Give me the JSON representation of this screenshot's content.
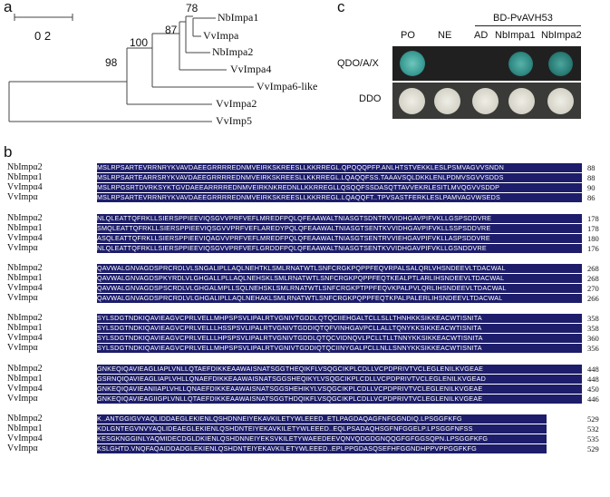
{
  "panel_letters": {
    "a": "a",
    "b": "b",
    "c": "c"
  },
  "tree": {
    "scale_label": "0 2",
    "leaves": [
      "NbImpa1",
      "VvImpa",
      "NbImpa2",
      "VvImpa4",
      "VvImpa6-like",
      "VvImpa2",
      "VvImp5"
    ],
    "bootstrap": [
      "78",
      "87",
      "100",
      "98"
    ]
  },
  "yeast": {
    "header_bd": "BD-PvAVH53",
    "columns": [
      "PO",
      "NE",
      "AD",
      "NbImpa1",
      "NbImpa2"
    ],
    "rows": [
      "QDO/A/X",
      "DDO"
    ],
    "colors": {
      "blue_colony": "#3f9e97",
      "white_colony": "#d8d6cc"
    }
  },
  "alignment": {
    "blocks": [
      {
        "rows": [
          {
            "name": "NbImpα2",
            "seq": "MSLRPSARTEVRRNRYKVAVDAEEGRRRREDNMVEIRKSKREESLLKKRREGL.QPQQQPFP.ANLHTSTVEKKLESLPSMVAGVVSNDN",
            "num": "88"
          },
          {
            "name": "NbImpα1",
            "seq": "MSLRPSARTEARRSRYKVAVDAEEGRRRREDNMVEIRKSKREESLLKKRREGL.LQAQQFSS.TAAAVSQLDKKLENLPDMVSGVVSDDS",
            "num": "88"
          },
          {
            "name": "VvImpα4",
            "seq": "MSLRPGSRTDVRKSYKTGVDAEEARRRREDNMVEIRKNKREDNLLKKRREGLLQSQQFSSDASQTTAVVEKRLESITLMVQGVVSDDP",
            "num": "90"
          },
          {
            "name": "VvImpα",
            "seq": "MSLRPSARTEVRRNRYKVAVDAEEGRRRREDNMVEIRKSKREESLLKKRREGL.LQAQQFT..TPVSASTFERKLESLPAMVAGVWSEDS",
            "num": "86"
          }
        ]
      },
      {
        "rows": [
          {
            "name": "NbImpα2",
            "seq": "NLQLEATTQFRKLLSIERSPPIEEVIQSGVVPRFVEFLMREDFPQLQFEAAWALTNIASGTSDNTRVVIDHGAVPIFVKLLGSPSDDVRE",
            "num": "178"
          },
          {
            "name": "NbImpα1",
            "seq": "SMQLEATTQFRKLLSIERSPPIEEVIQSGVVPRFVEFLAREDYPQLQFEAAWALTNIASGTSENTKVVIDHGAVPIFVKLLSSPSDDVRE",
            "num": "178"
          },
          {
            "name": "VvImpα4",
            "seq": "ASQLEATTQFRKLLSIERSPPIEEVIQAGVVPRFVEFLMREDFPQLQFEAAWALTNIASGTSENTRVVIEHGAVPIFVKLLASPSDDVRE",
            "num": "180"
          },
          {
            "name": "VvImpα",
            "seq": "NLQLEATTQFRKLLSIERSPPIEEVIQSGVVPRFVEFLGRDDFPQLQFEAAWALTNIASGTSENTKVVIDHGAVPIFVKLLGSNDDVRE",
            "num": "176"
          }
        ]
      },
      {
        "rows": [
          {
            "name": "NbImpα2",
            "seq": "QAVWALGNVAGDSPRCRDLVLSNGALIPLLAQLNEHTKLSMLRNATWTLSNFCRGKPQPPFEQVRPALSALQRLVHSNDEEVLTDACWAL",
            "num": "268"
          },
          {
            "name": "NbImpα1",
            "seq": "QAVWALGNVAGDSPKYRDLVLGHGALLPLLAQLNEHSKLSMLRNATWTLSNFCRGKPQPPFEQTKEALPTLARLIHSNDEEVLTDACWAL",
            "num": "268"
          },
          {
            "name": "VvImpα4",
            "seq": "QAVWALGNVAGDSPSCRDLVLGHGALMPLLSQLNEHSKLSMLRNATWTLSNFCRGKPTPPFEQVKPALPVLQRLIHSNDEEVLTDACWAL",
            "num": "270"
          },
          {
            "name": "VvImpα",
            "seq": "QAVWALGNVAGDSPRCRDLVLGHGALIPLLAQLNEHAKLSMLRNATWTLSNFCRGKPQPPFEQTKPALPALERLIHSNDEEVLTDACWAL",
            "num": "266"
          }
        ]
      },
      {
        "rows": [
          {
            "name": "NbImpα2",
            "seq": "SYLSDGTNDKIQAVIEAGVCPRLVELLMHPSPSVLIPALRTVGNIVTGDDLQTQCIIEHGALTCLLSLLTHNHKKSIKKEACWTISNITA",
            "num": "358"
          },
          {
            "name": "NbImpα1",
            "seq": "SYLSDGTNDKIQAVIEAGVCPRLVELLLHSSPSVLIPALRTVGNIVTGDDIQTQFVINHGAVPCLLALLTQNYKKSIKKEACWTISNITA",
            "num": "358"
          },
          {
            "name": "VvImpα4",
            "seq": "SYLSDGTNDKIQAVIEAGVCPRLVELLLHPSPSVLIPALRTVGNIVTGDDLQTQCVIDNQVLPCLLTLLTNNYKKSIKKEACWTISNITA",
            "num": "360"
          },
          {
            "name": "VvImpα",
            "seq": "SYLSDGTNDKIQAVIEAGVCPRLVELLMHPSPSVLIPALRTVGNIVTGDDIQTQCIINYGALPCLLNLLSNNYKKSIKKEACWTISNITA",
            "num": "356"
          }
        ]
      },
      {
        "rows": [
          {
            "name": "NbImpα2",
            "seq": "GNKEQIQAVIEAGLIAPLVNLLQTAEFDIKKEAAWAISNATSGGTHEQIKFLVSQGCIKPLCDLLVCPDPRIVTVCLEGLENILKVGEAE",
            "num": "448"
          },
          {
            "name": "NbImpα1",
            "seq": "GSRNQIQAVIEAGLIAPLVHLLQNAEFDIKKEAAWAISNATSGGSHEQIKYLVSQGCIKPLCDLLVCPDPRIVTVCLEGLENILKVGEAD",
            "num": "448"
          },
          {
            "name": "VvImpα4",
            "seq": "GNKEQIQAVIEANIIAPLVHLLQNAEFDIKKEAAWAISNATSGGSHEHIKYLVSQGCIKPLCDLLVCPDPRIVTVCLEGLENILKVGEAE",
            "num": "450"
          },
          {
            "name": "VvImpα",
            "seq": "GNKEQIQAVIEAGIIGPLVNLLQTAEFDIKKEAAWAISNATSGGTHDQIKFLVSQGCIKPLCDLLVCPDPRIVTVCLEGLENILKVGEAE",
            "num": "446"
          }
        ]
      },
      {
        "rows": [
          {
            "name": "NbImpα2",
            "seq": "K..ANTGGIGVYAQLIDDAEGLEKIENLQSHDNNEIYEKAVKILETYWLEEED..ETLPAGDAQAGFNFGGNDIQ.LPSGGFKFG",
            "num": "529"
          },
          {
            "name": "NbImpα1",
            "seq": "KDLGNTEGVNVYAQLIDEAEGLEKIENLQSHDNTEIYEKAVKILETYWLEEED..EQLPSADAQHSGFNFGGELP.LPSGGFNFSS",
            "num": "532"
          },
          {
            "name": "VvImpα4",
            "seq": "KESGKNGGINLYAQMIDECDGLDKIENLQSHDNNEIYEKSVKILETYWAEEDEEVQNVQDGDGNQQGFGFGGSQPN.LPSGGFKFG",
            "num": "535"
          },
          {
            "name": "VvImpα",
            "seq": "KSLGHTD.VNQFAQAIDDADGLEKIENLQSHDNTEIYEKAVKILETYWLEEED..EPLPPGDASQSEFHFGGNDHPPVPPGGFKFG",
            "num": "529"
          }
        ]
      }
    ]
  }
}
